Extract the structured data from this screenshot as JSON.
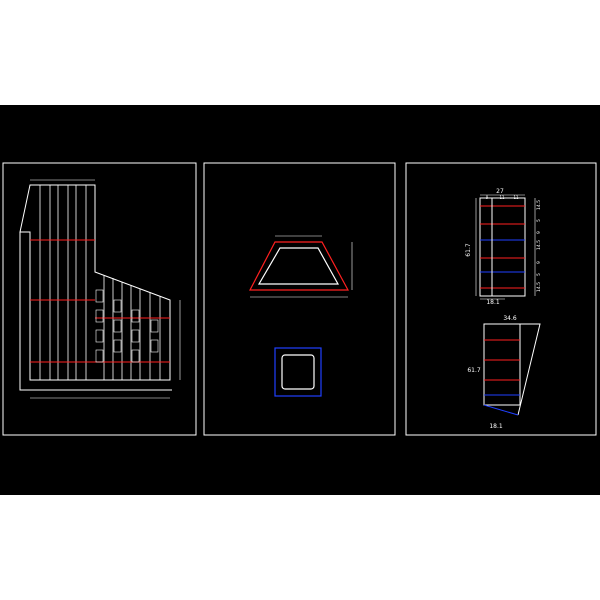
{
  "drawing": {
    "colors": {
      "background": "#000000",
      "page": "#ffffff",
      "line": "#ffffff",
      "red": "#ff2020",
      "blue": "#2040ff",
      "green": "#00c000"
    },
    "panel_left": {
      "title": "",
      "side_label_left": "",
      "bottom_label": "",
      "unit_note": "",
      "notes": [
        "",
        "",
        "",
        ""
      ]
    },
    "panel_middle": {
      "title": "",
      "subtitle": "",
      "upper_section_label": "",
      "lower_section_label": "",
      "upper_inner_label": "",
      "lower_inner_label": ""
    },
    "panel_right": {
      "title": "",
      "top_dims": {
        "width": "27",
        "segments": [
          "9",
          "11",
          "11"
        ],
        "bottom": "18.1",
        "height": "61.7"
      },
      "right_dims": [
        "14.5",
        "5",
        "9",
        "14.5",
        "9",
        "5",
        "14.5"
      ],
      "bottom_dims": {
        "top": "34.6",
        "height": "61.7",
        "bottom": "18.1"
      }
    }
  }
}
